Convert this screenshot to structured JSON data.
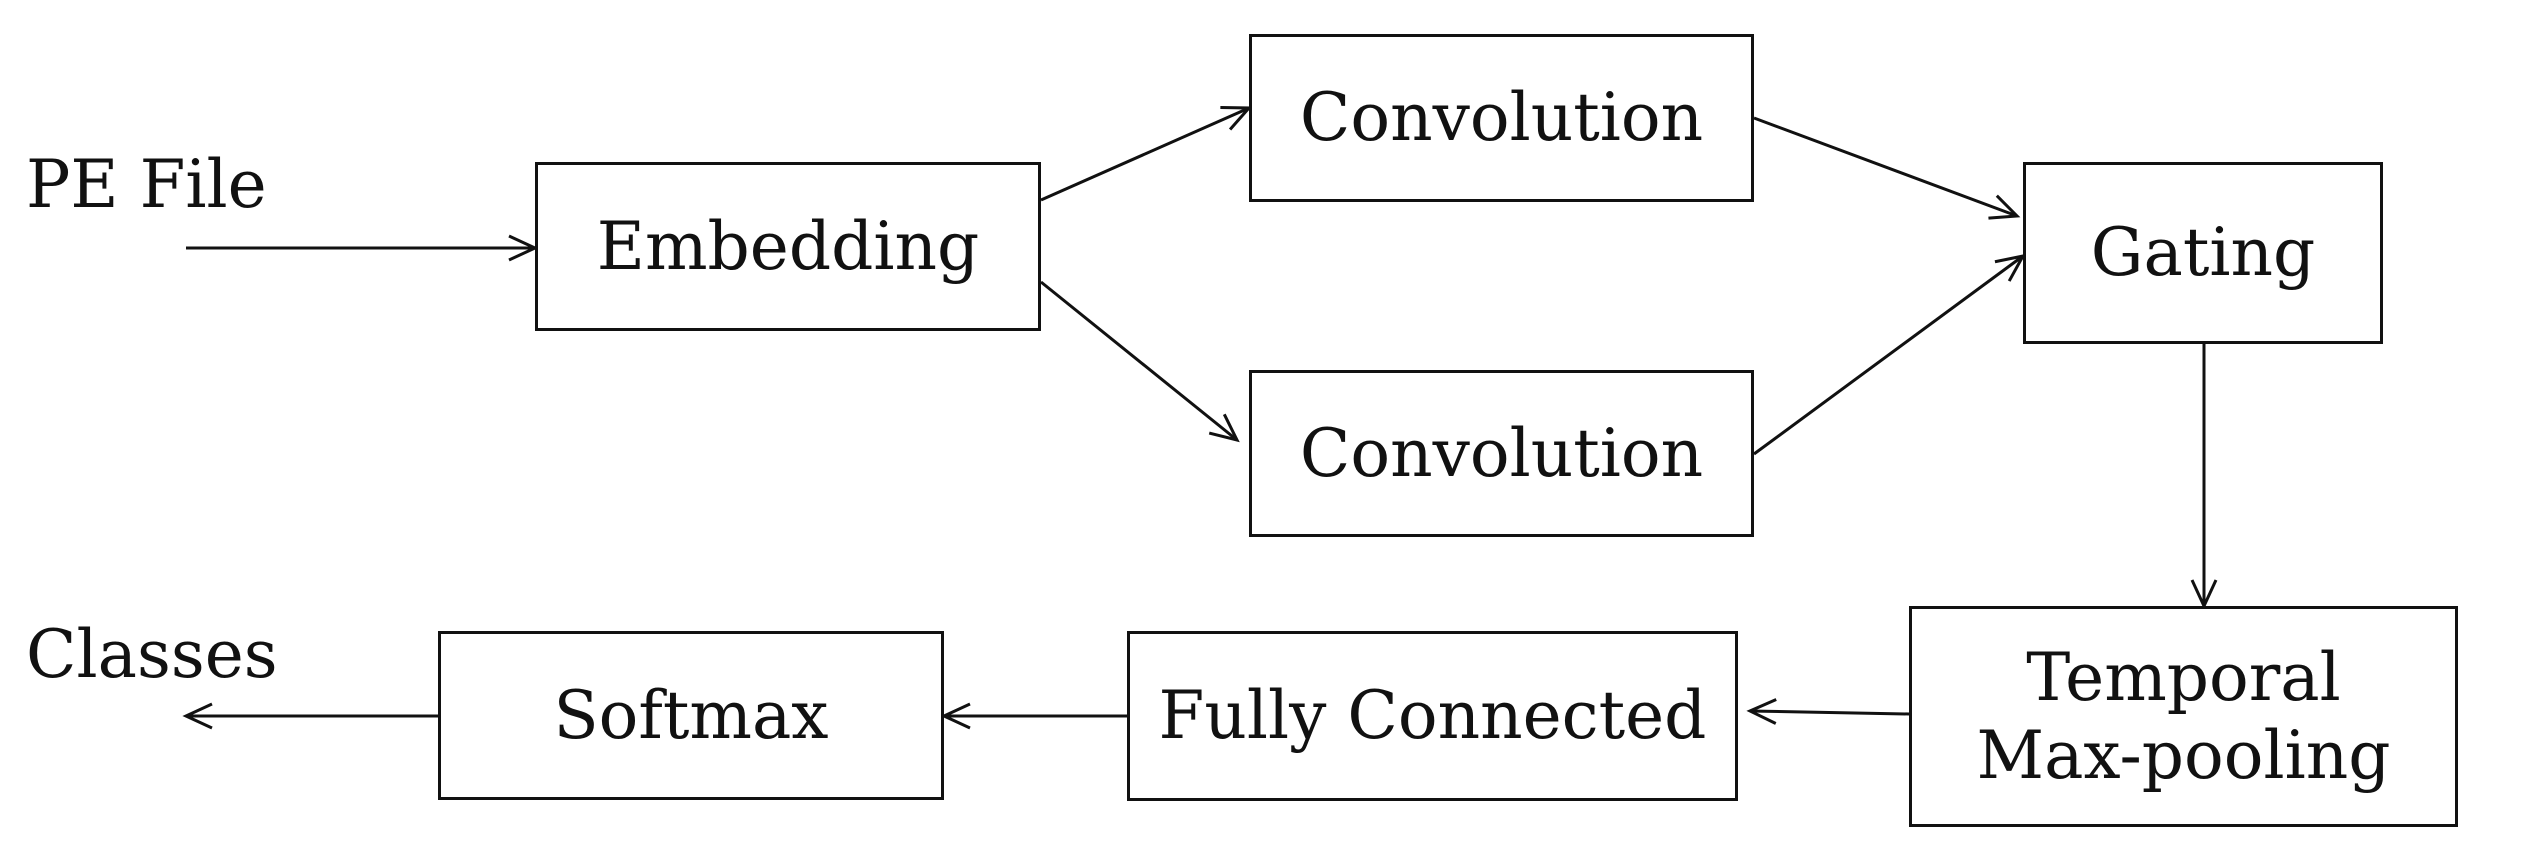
{
  "colors": {
    "stroke": "#111111",
    "background": "#ffffff",
    "text": "#111111"
  },
  "terminals": {
    "input": "PE File",
    "output": "Classes"
  },
  "nodes": {
    "embedding": {
      "lines": [
        "Embedding"
      ]
    },
    "conv_top": {
      "lines": [
        "Convolution"
      ]
    },
    "conv_bottom": {
      "lines": [
        "Convolution"
      ]
    },
    "gating": {
      "lines": [
        "Gating"
      ]
    },
    "maxpool": {
      "lines": [
        "Temporal",
        "Max-pooling"
      ]
    },
    "fully_connected": {
      "lines": [
        "Fully Connected"
      ]
    },
    "softmax": {
      "lines": [
        "Softmax"
      ]
    }
  },
  "edges": [
    {
      "from": "input",
      "to": "embedding"
    },
    {
      "from": "embedding",
      "to": "conv_top"
    },
    {
      "from": "embedding",
      "to": "conv_bottom"
    },
    {
      "from": "conv_top",
      "to": "gating"
    },
    {
      "from": "conv_bottom",
      "to": "gating"
    },
    {
      "from": "gating",
      "to": "maxpool"
    },
    {
      "from": "maxpool",
      "to": "fully_connected"
    },
    {
      "from": "fully_connected",
      "to": "softmax"
    },
    {
      "from": "softmax",
      "to": "output"
    }
  ]
}
